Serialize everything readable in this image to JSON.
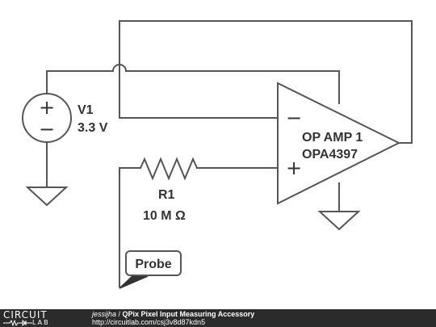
{
  "schematic": {
    "source": {
      "name": "V1",
      "value": "3.3 V",
      "plus": "+",
      "minus": "−"
    },
    "opamp": {
      "name": "OP AMP 1",
      "part": "OPA4397",
      "minus": "−",
      "plus": "+"
    },
    "resistor": {
      "name": "R1",
      "value": "10 M Ω"
    },
    "probe": {
      "label": "Probe"
    }
  },
  "footer": {
    "logo_top": "CIRCUIT",
    "logo_bottom": "LAB",
    "author": "jessijha",
    "separator": " / ",
    "title": "QPix Pixel Input Measuring Accessory",
    "url": "http://circuitlab.com/csj3v8d87kdn5"
  },
  "colors": {
    "wire": "#555555",
    "text": "#333333",
    "footer_bg": "#2b2b2b",
    "footer_text": "#ffffff"
  }
}
